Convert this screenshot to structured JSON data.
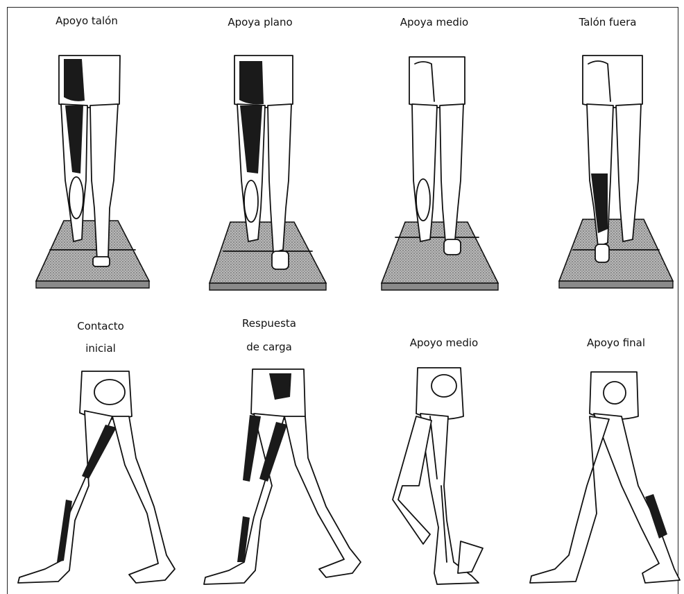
{
  "top_row": {
    "labels": [
      "Apoyo talón",
      "Apoya plano",
      "Apoya medio",
      "Talón fuera"
    ]
  },
  "bottom_row": {
    "labels": [
      [
        "Contacto",
        "inicial"
      ],
      [
        "Respuesta",
        "de carga"
      ],
      [
        "Apoyo medio"
      ],
      [
        "Apoyo final"
      ]
    ]
  },
  "colors": {
    "muscle": "#1a1a1a",
    "outline": "#111111",
    "platform": "#9a9a9a"
  }
}
